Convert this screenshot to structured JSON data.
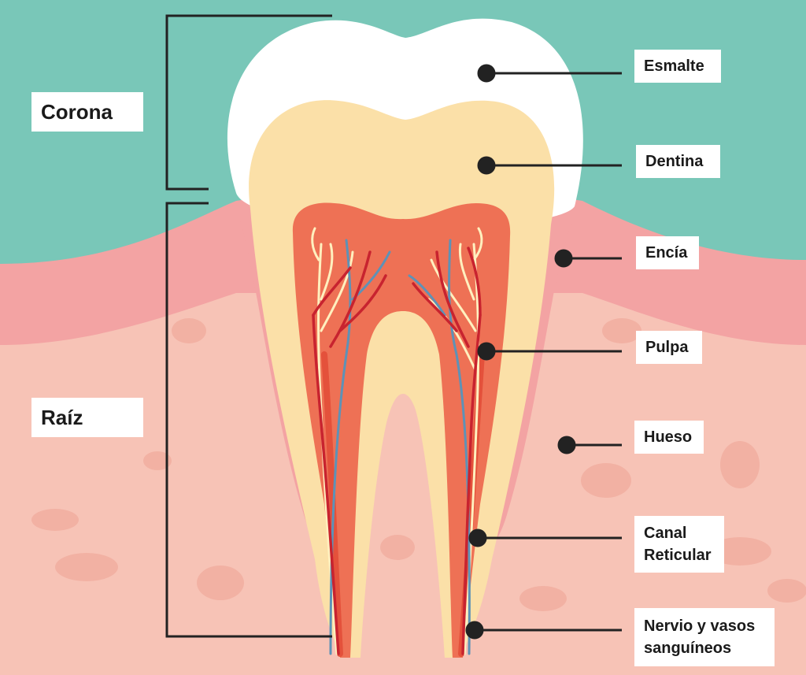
{
  "colors": {
    "background_top": "#79c7b8",
    "gum": "#f3a3a3",
    "bone": "#f7c3b6",
    "bone_spots": "#f2b1a3",
    "enamel": "#ffffff",
    "dentin": "#fbe0a8",
    "pulp": "#ee7155",
    "root_canal": "#e4513b",
    "nerve": "#fff0bf",
    "artery": "#c8232f",
    "vein": "#5d92b7",
    "leader": "#222222"
  },
  "sections": {
    "crown": "Corona",
    "root": "Raíz"
  },
  "parts": {
    "enamel": "Esmalte",
    "dentin": "Dentina",
    "gum": "Encía",
    "pulp": "Pulpa",
    "bone": "Hueso",
    "canal": "Canal\nReticular",
    "nerves": "Nervio y vasos\nsanguíneos"
  }
}
